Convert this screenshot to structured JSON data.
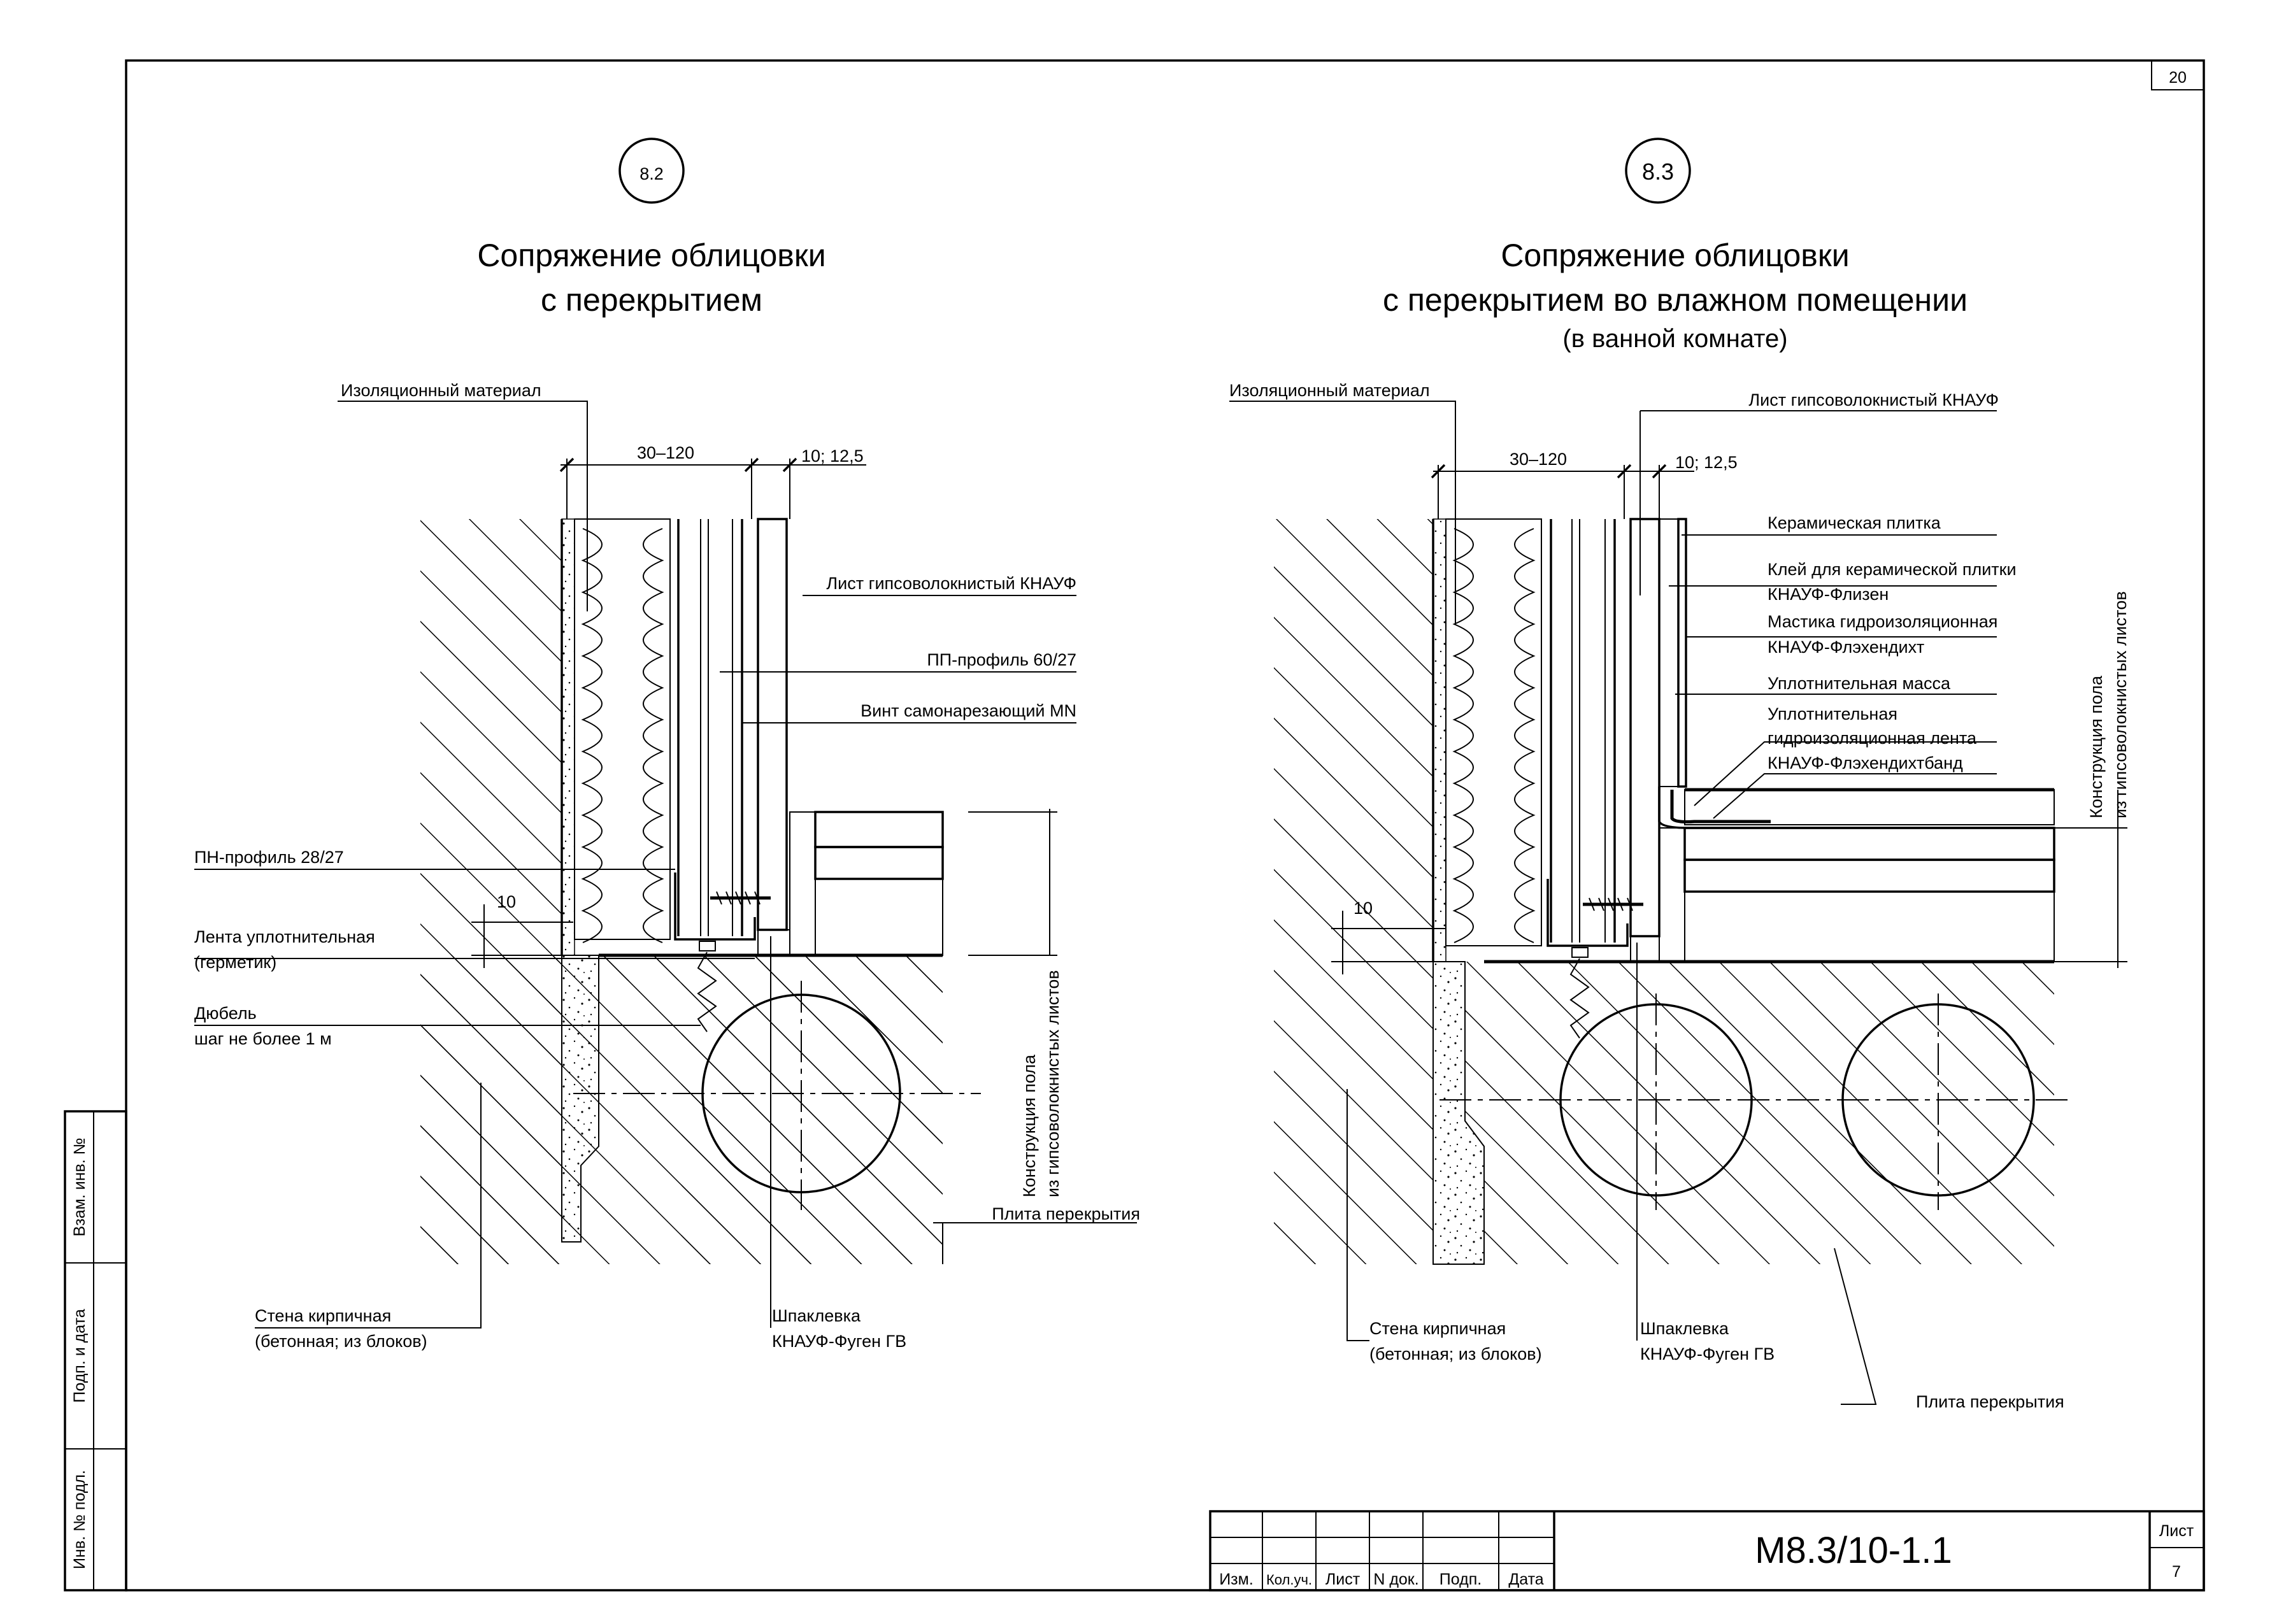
{
  "sheet": {
    "page_number": "20",
    "code": "М8.3/10-1.1",
    "list_label": "Лист",
    "list_number": "7",
    "stamp_headers": [
      "Изм.",
      "Кол.уч.",
      "Лист",
      "N док.",
      "Подп.",
      "Дата"
    ],
    "side_labels": [
      "Взам. инв. №",
      "Подп. и дата",
      "Инв. № подл."
    ]
  },
  "detail_left": {
    "number": "8.2",
    "title_line1": "Сопряжение облицовки",
    "title_line2": "с перекрытием",
    "dims": {
      "cavity": "30–120",
      "board": "10; 12,5",
      "gap": "10"
    },
    "labels": {
      "insulation": "Изоляционный материал",
      "gvl_sheet": "Лист гипсоволокнистый КНАУФ",
      "pp_profile": "ПП-профиль 60/27",
      "screw": "Винт самонарезающий MN",
      "pn_profile": "ПН-профиль 28/27",
      "tape_line1": "Лента уплотнительная",
      "tape_line2": "(герметик)",
      "dowel_line1": "Дюбель",
      "dowel_line2": "шаг  не более 1 м",
      "floor_line1": "Конструкция пола",
      "floor_line2": "из гипсоволокнистых листов",
      "slab": "Плита перекрытия",
      "wall_line1": "Стена кирпичная",
      "wall_line2": "(бетонная; из блоков)",
      "putty_line1": "Шпаклевка",
      "putty_line2": "КНАУФ-Фуген ГВ"
    }
  },
  "detail_right": {
    "number": "8.3",
    "title_line1": "Сопряжение облицовки",
    "title_line2": "с перекрытием во влажном помещении",
    "title_line3": "(в ванной комнате)",
    "dims": {
      "cavity": "30–120",
      "board": "10; 12,5",
      "gap": "10"
    },
    "labels": {
      "insulation": "Изоляционный материал",
      "gvl_sheet": "Лист гипсоволокнистый КНАУФ",
      "tile": "Керамическая плитка",
      "glue_line1": "Клей для керамической плитки",
      "glue_line2": "КНАУФ-Флизен",
      "mastic_line1": "Мастика гидроизоляционная",
      "mastic_line2": "КНАУФ-Флэхендихт",
      "sealant": "Уплотнительная масса",
      "wtape_line1": "Уплотнительная",
      "wtape_line2": "гидроизоляционная лента",
      "wtape_line3": "КНАУФ-Флэхендихтбанд",
      "floor_line1": "Конструкция пола",
      "floor_line2": "из гипсоволокнистых листов",
      "wall_line1": "Стена кирпичная",
      "wall_line2": "(бетонная; из блоков)",
      "putty_line1": "Шпаклевка",
      "putty_line2": "КНАУФ-Фуген ГВ",
      "slab": "Плита перекрытия"
    }
  },
  "colors": {
    "board": "#bcdce8",
    "line": "#000000"
  }
}
